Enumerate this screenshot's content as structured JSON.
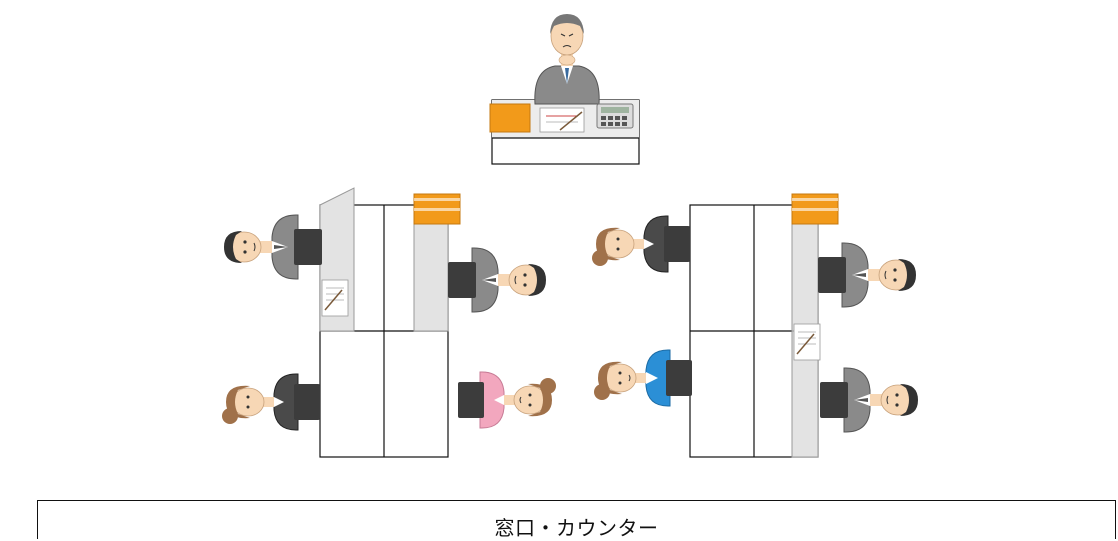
{
  "counter": {
    "label": "窓口・カウンター"
  },
  "colors": {
    "suit_gray": "#8a8a8a",
    "suit_dark": "#4a4a4a",
    "folder_orange": "#f29a1a",
    "blouse_pink": "#f2a7be",
    "shirt_blue": "#2b8fd6",
    "skin": "#f7d7b5",
    "hair_brown": "#a0714a",
    "laptop": "#3c3c3c",
    "line": "#111111"
  },
  "icons": [
    "manager-figure",
    "male-worker-figure",
    "female-worker-figure",
    "laptop-icon",
    "folder-icon",
    "paper-icon",
    "calculator-icon"
  ]
}
